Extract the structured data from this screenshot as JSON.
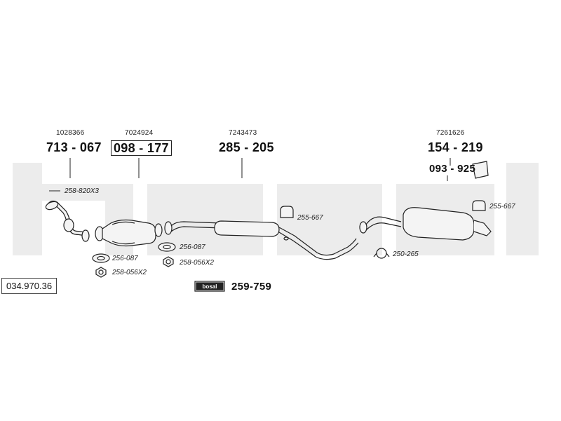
{
  "diagram": {
    "id": "034.970.36",
    "groups": [
      {
        "ref": "1028366",
        "part": "713 - 067",
        "boxed": false
      },
      {
        "ref": "7024924",
        "part": "098 - 177",
        "boxed": true
      },
      {
        "ref": "7243473",
        "part": "285 - 205",
        "boxed": false
      },
      {
        "ref": "7261626",
        "part": "154 - 219",
        "boxed": false
      }
    ],
    "secondary_part": "093 - 925",
    "accessories": [
      "258-820X3",
      "256-087",
      "258-056X2",
      "256-087",
      "258-056X2",
      "255-667",
      "250-265",
      "255-667"
    ],
    "kit": {
      "logo_text": "bosal",
      "part": "259-759"
    }
  },
  "colors": {
    "watermark": "#ececec",
    "ink": "#222222",
    "pipe_fill": "#f4f4f4"
  }
}
